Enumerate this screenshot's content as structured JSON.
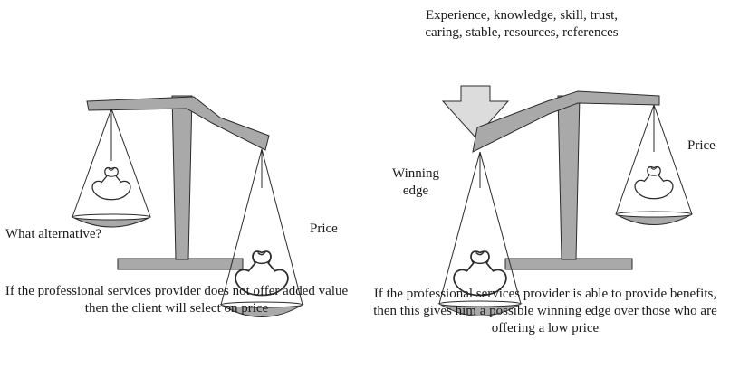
{
  "left_panel": {
    "left_pan_label": "What alternative?",
    "right_pan_label": "Price",
    "caption": "If the professional services provider does not offer added value then the client will select on price"
  },
  "right_panel": {
    "arrow_text_line1": "Experience, knowledge, skill, trust,",
    "arrow_text_line2": "caring, stable, resources, references",
    "left_pan_label_line1": "Winning",
    "left_pan_label_line2": "edge",
    "right_pan_label": "Price",
    "caption": "If the professional services provider is able to provide benefits, then this gives him a possible winning edge over those who are offering a low price"
  },
  "colors": {
    "fill_gray": "#a9a9a9",
    "stroke": "#2b2b2b",
    "arrow_fill": "#dcdcdc",
    "background": "#ffffff"
  }
}
